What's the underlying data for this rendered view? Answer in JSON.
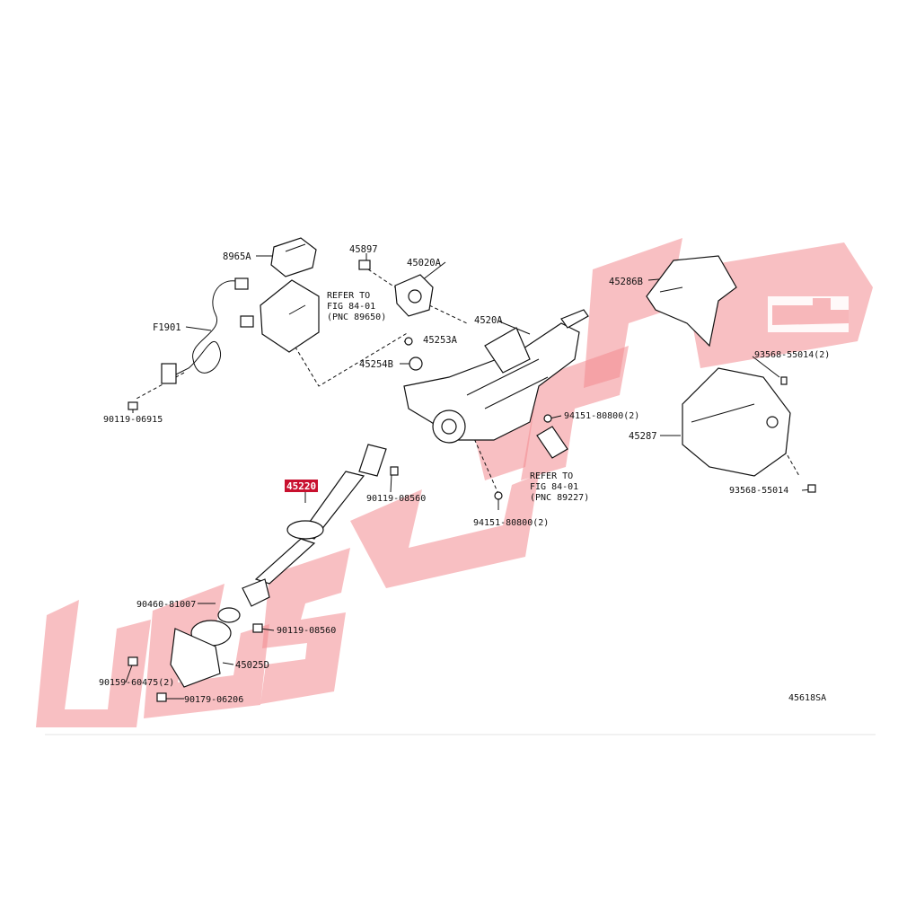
{
  "diagram": {
    "figure_number": "45618SA",
    "highlighted_part": "45220",
    "labels": {
      "p8965a": "8965A",
      "p45897": "45897",
      "p45020a": "45020A",
      "p45286b": "45286B",
      "p4520a": "4520A",
      "pf1901": "F1901",
      "p45253a": "45253A",
      "p45254b": "45254B",
      "p90119_06915": "90119-06915",
      "p94151_a": "94151-80800(2)",
      "p93568_a": "93568-55014(2)",
      "p45287": "45287",
      "p45220": "45220",
      "p90119_08560_a": "90119-08560",
      "p94151_b": "94151-80800(2)",
      "p93568_b": "93568-55014",
      "p90460": "90460-81007",
      "p90119_08560_b": "90119-08560",
      "p90159": "90159-60475(2)",
      "p45025d": "45025D",
      "p90179": "90179-06206"
    },
    "refer_1": {
      "line1": "REFER TO",
      "line2": "FIG 84-01",
      "line3": "(PNC 89650)"
    },
    "refer_2": {
      "line1": "REFER TO",
      "line2": "FIG 84-01",
      "line3": "(PNC 89227)"
    }
  },
  "colors": {
    "watermark": "#f28b8f",
    "highlight": "#c8102e",
    "ink": "#111111"
  }
}
